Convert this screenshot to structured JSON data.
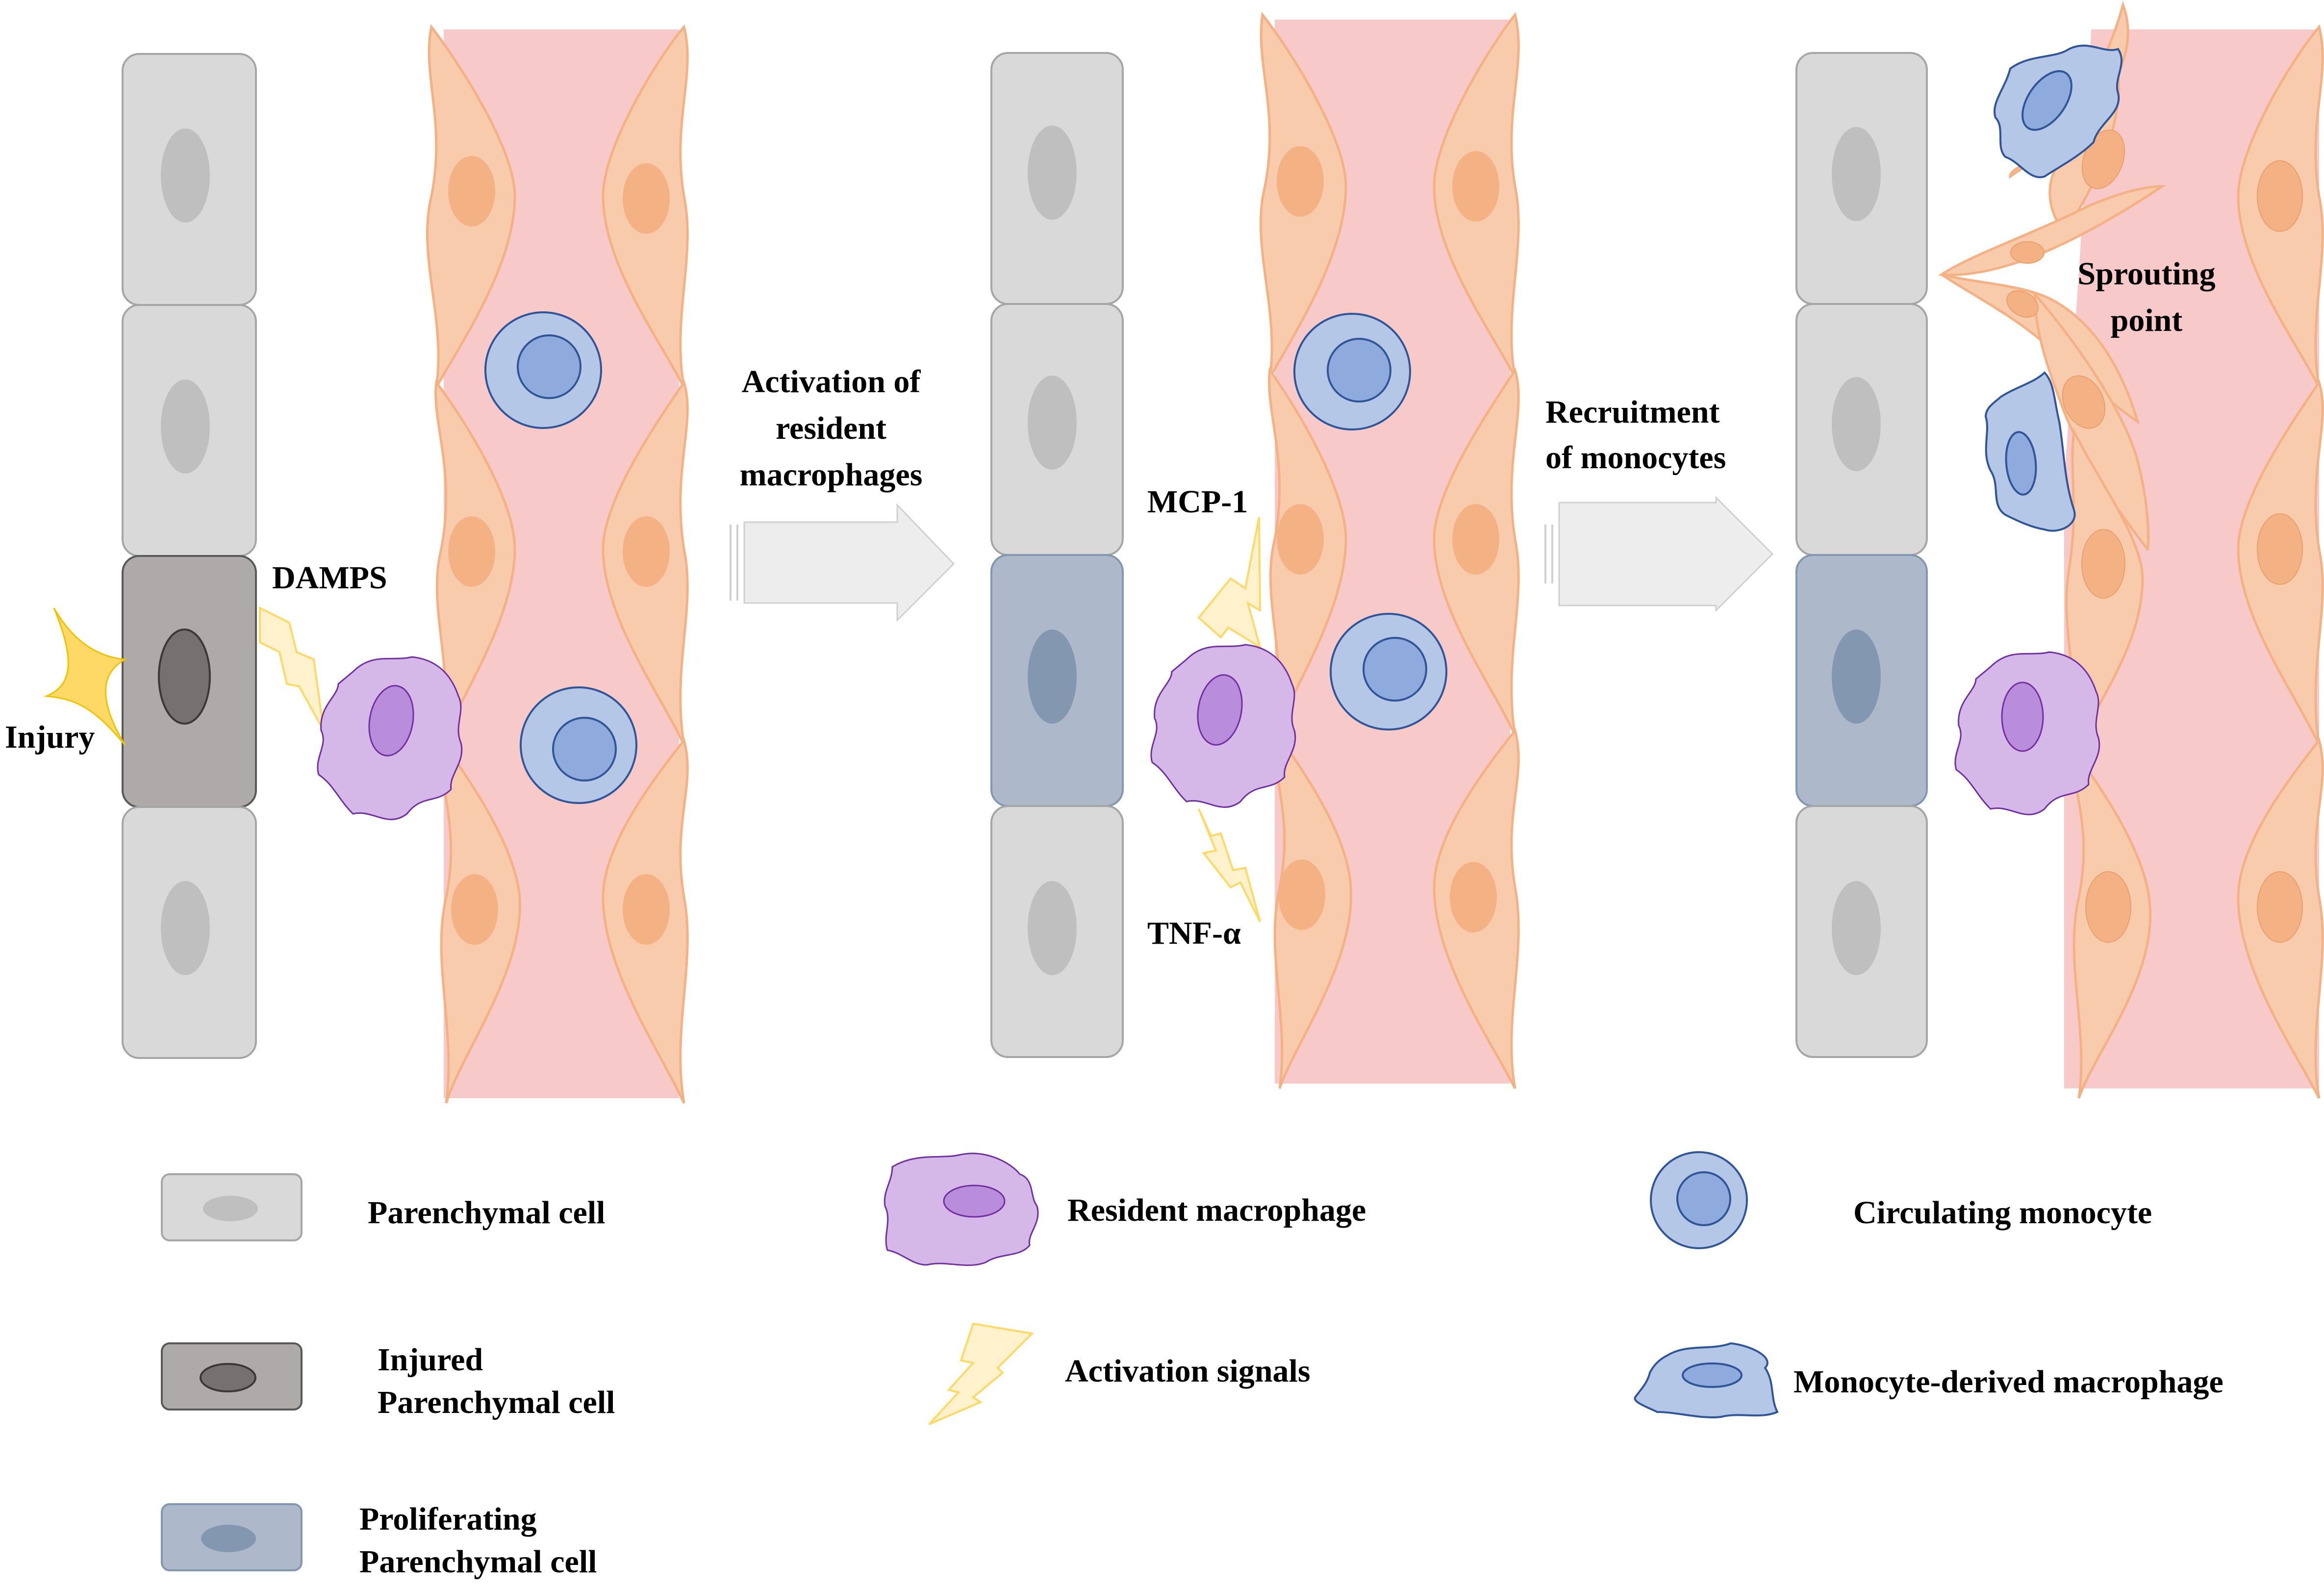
{
  "panels": {
    "p1": {
      "injury_label": "Injury",
      "damps_label": "DAMPS"
    },
    "arrow1_label": [
      "Activation of",
      "resident",
      "macrophages"
    ],
    "p2": {
      "mcp_label": "MCP-1",
      "tnf_label": "TNF-α"
    },
    "arrow2_label": [
      "Recruitment",
      "of monocytes"
    ],
    "p3": {
      "sprouting_label": [
        "Sprouting",
        "point"
      ]
    }
  },
  "legend": {
    "parenchymal": "Parenchymal cell",
    "injured": [
      "Injured",
      "Parenchymal cell"
    ],
    "proliferating": [
      "Proliferating",
      "Parenchymal cell"
    ],
    "resident_macrophage": "Resident macrophage",
    "activation_signals": "Activation signals",
    "circulating_monocyte": "Circulating monocyte",
    "monocyte_derived": "Monocyte-derived macrophage"
  },
  "colors": {
    "parenchymal_fill": "#d9d9d9",
    "parenchymal_nucleus": "#bfbfbf",
    "injured_fill": "#aeaaaa",
    "injured_nucleus": "#767171",
    "proliferating_fill": "#adb9ca",
    "proliferating_nucleus": "#8497b0",
    "vessel_fill": "#f8c9c9",
    "endothelial_fill": "#f8cbad",
    "endothelial_stroke": "#f4b183",
    "endothelial_nucleus": "#f4b183",
    "macrophage_fill": "#d5b8e8",
    "macrophage_nucleus": "#b98ddb",
    "monocyte_fill": "#b4c7e7",
    "monocyte_nucleus": "#8faadc",
    "monocyte_stroke": "#2f5597",
    "signal_fill": "#fff2cc",
    "signal_stroke": "#ffd966",
    "injury_fill": "#ffd966",
    "arrow_fill": "#ededed"
  }
}
